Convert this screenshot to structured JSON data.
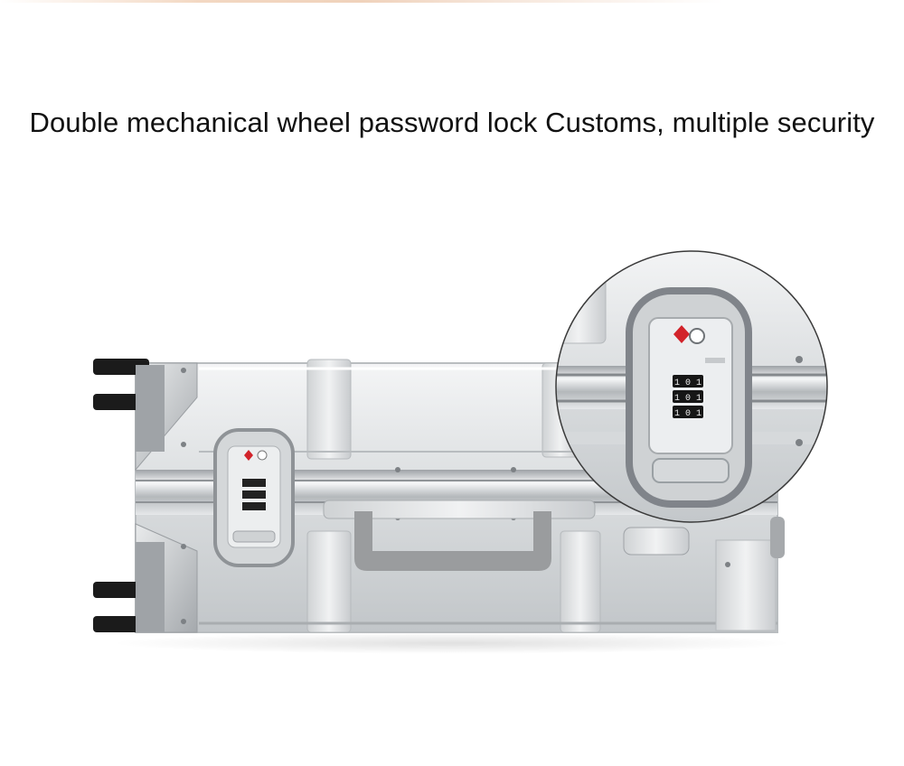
{
  "caption": {
    "text": "Double mechanical wheel password lock Customs, multiple security"
  },
  "product": {
    "lock_digits": [
      "1 0 1",
      "1 0 1",
      "1 0 1"
    ],
    "colors": {
      "aluminum_light": "#eef0f1",
      "aluminum_mid": "#c9ccce",
      "aluminum_dark": "#8e9296",
      "wheel_black": "#1b1b1b",
      "tsa_red": "#d2232a",
      "handle_gray": "#9a9c9e"
    },
    "icons": [
      "tsa-diamond-icon",
      "keyhole-icon"
    ]
  }
}
